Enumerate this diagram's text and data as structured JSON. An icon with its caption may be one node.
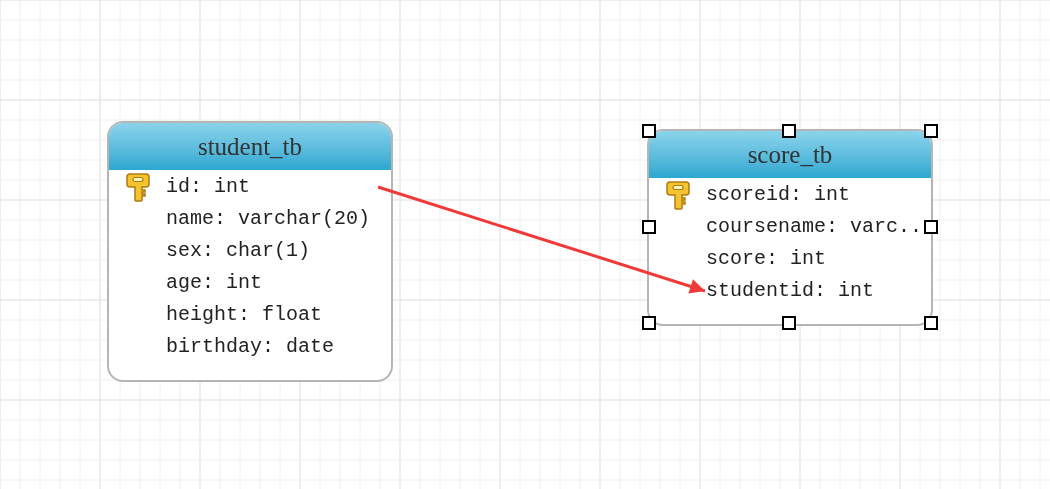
{
  "diagram": {
    "nodes": [
      {
        "text": [
          "student_tb"
        ]
      },
      {
        "text": [
          "id: int"
        ],
        "in": 0
      },
      {
        "text": [
          "name: varchar(20)"
        ],
        "in": 0
      },
      {
        "text": [
          "sex: char(1)"
        ],
        "in": 0
      },
      {
        "text": [
          "age: int"
        ],
        "in": 0
      },
      {
        "text": [
          "height: float"
        ],
        "in": 0
      },
      {
        "text": [
          "birthday: date"
        ],
        "in": 0
      },
      {
        "text": [
          "score_tb"
        ]
      },
      {
        "text": [
          "scoreid: int"
        ],
        "in": 7
      },
      {
        "text": [
          "coursename: varc.."
        ],
        "in": 7
      },
      {
        "text": [
          "score: int"
        ],
        "in": 7
      },
      {
        "text": [
          "studentid: int"
        ],
        "in": 7
      }
    ],
    "edges": [
      {
        "from": 1,
        "to": 11,
        "arrow": "to",
        "color": "#f03a3a"
      }
    ]
  }
}
